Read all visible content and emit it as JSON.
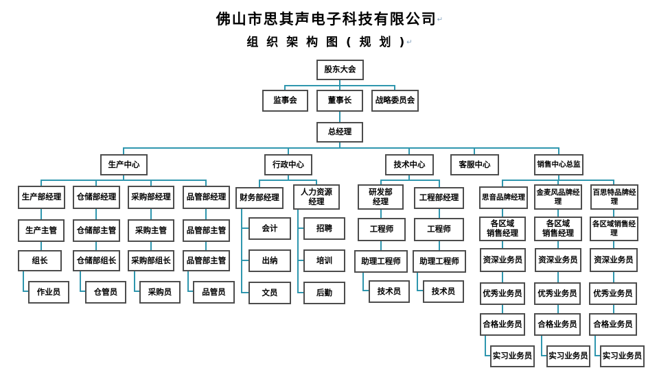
{
  "header": {
    "company": "佛山市思其声电子科技有限公司",
    "chart_title": "组 织 架 构 图 ( 规 划 )",
    "mark": "↵"
  },
  "colors": {
    "accent": "#2e96ae",
    "node_border": "#4c4c4c",
    "text": "#000000",
    "background": "#ffffff"
  },
  "nodes": {
    "shareholders": "股东大会",
    "supervisory_board": "监事会",
    "chairman": "董事长",
    "strategy_committee": "战略委员会",
    "general_manager": "总经理",
    "production_center": "生产中心",
    "admin_center": "行政中心",
    "tech_center": "技术中心",
    "service_center": "客服中心",
    "sales_center_director": "销售中心总监",
    "production_manager": "生产部经理",
    "warehouse_manager": "仓储部经理",
    "purchasing_manager": "采购部经理",
    "qc_manager": "品管部经理",
    "finance_manager": "财务部经理",
    "hr_manager": "人力资源\n经理",
    "rd_manager": "研发部\n经理",
    "engineering_manager": "工程部经理",
    "brand_manager_siyin": "思音品牌经理",
    "brand_manager_jinmaifeng": "金麦风品牌经\n理",
    "brand_manager_baisite": "百思特品牌经\n理",
    "production_supervisor": "生产主管",
    "warehouse_supervisor": "仓储部主管",
    "purchasing_supervisor": "采购主管",
    "qc_supervisor": "品管部主管",
    "accountant": "会计",
    "recruiting": "招聘",
    "engineer_rd": "工程师",
    "engineer_eng": "工程师",
    "regional_sales_manager_1": "各区域\n销售经理",
    "regional_sales_manager_2": "各区域\n销售经理",
    "regional_sales_manager_3": "各区域销售经\n理",
    "team_leader": "组长",
    "warehouse_leader": "仓储部组长",
    "purchasing_leader": "采购部组长",
    "qc_supervisor_2": "品管部主管",
    "cashier": "出纳",
    "training": "培训",
    "assistant_engineer_rd": "助理工程师",
    "assistant_engineer_eng": "助理工程师",
    "senior_sales_1": "资深业务员",
    "senior_sales_2": "资深业务员",
    "senior_sales_3": "资深业务员",
    "operator": "作业员",
    "warehouse_keeper": "仓管员",
    "buyer": "采购员",
    "qc_staff": "品管员",
    "clerk": "文员",
    "logistics": "后勤",
    "technician_rd": "技术员",
    "technician_eng": "技术员",
    "excellent_sales_1": "优秀业务员",
    "excellent_sales_2": "优秀业务员",
    "excellent_sales_3": "优秀业务员",
    "qualified_sales_1": "合格业务员",
    "qualified_sales_2": "合格业务员",
    "qualified_sales_3": "合格业务员",
    "intern_sales_1": "实习业务员",
    "intern_sales_2": "实习业务员",
    "intern_sales_3": "实习业务员"
  }
}
